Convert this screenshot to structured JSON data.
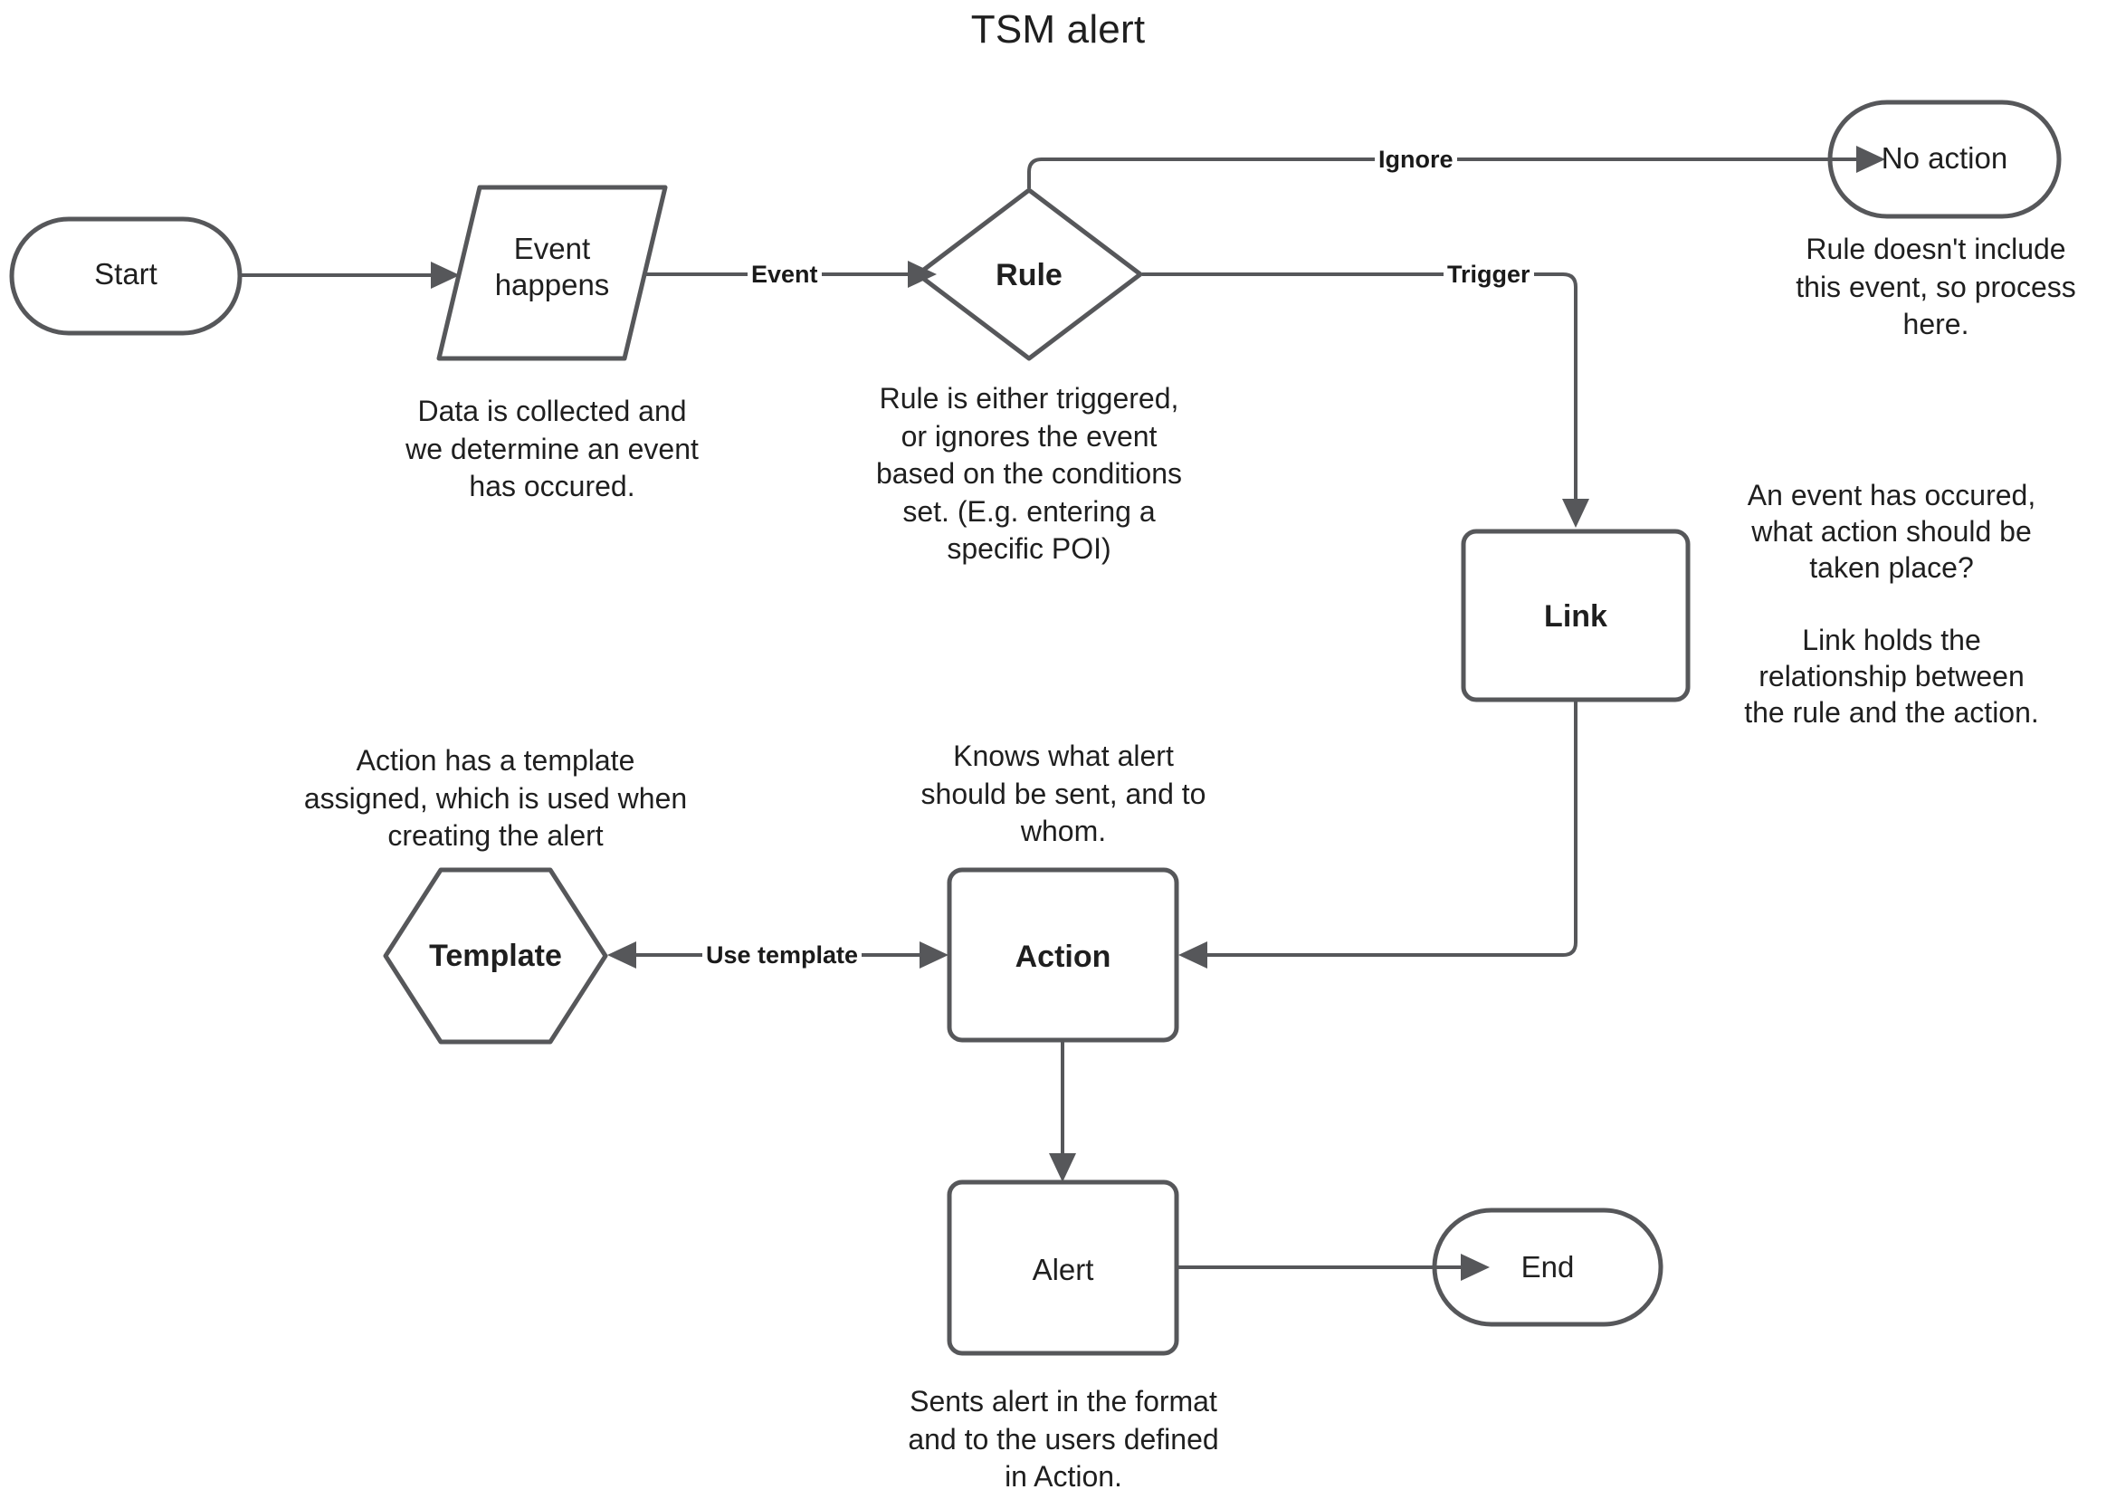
{
  "title": "TSM alert",
  "nodes": {
    "start": {
      "label": "Start",
      "shape": "terminator"
    },
    "event": {
      "label": "Event\nhappens",
      "shape": "parallelogram"
    },
    "rule": {
      "label": "Rule",
      "shape": "diamond"
    },
    "no_action": {
      "label": "No action",
      "shape": "terminator"
    },
    "link": {
      "label": "Link",
      "shape": "rectangle"
    },
    "template": {
      "label": "Template",
      "shape": "hexagon"
    },
    "action": {
      "label": "Action",
      "shape": "rectangle"
    },
    "alert": {
      "label": "Alert",
      "shape": "rectangle"
    },
    "end": {
      "label": "End",
      "shape": "terminator"
    }
  },
  "edge_labels": {
    "event": "Event",
    "ignore": "Ignore",
    "trigger": "Trigger",
    "use_template": "Use template"
  },
  "notes": {
    "event": "Data is collected and\nwe determine an event\nhas occured.",
    "rule": "Rule is either triggered,\nor ignores the event\nbased on the conditions\nset. (E.g. entering a\nspecific POI)",
    "no_action": "Rule doesn't include\nthis event, so process\nhere.",
    "link": "An event has occured,\nwhat action should be\ntaken place?\n\nLink holds the\nrelationship between\nthe rule and the action.",
    "template": "Action has a template\nassigned, which is used when\ncreating the alert",
    "action": "Knows what alert\nshould be sent, and to\nwhom.",
    "alert": "Sents alert in the format\nand to the users defined\nin Action."
  },
  "colors": {
    "stroke": "#56575a",
    "text": "#1f1f1f",
    "background": "#ffffff"
  }
}
